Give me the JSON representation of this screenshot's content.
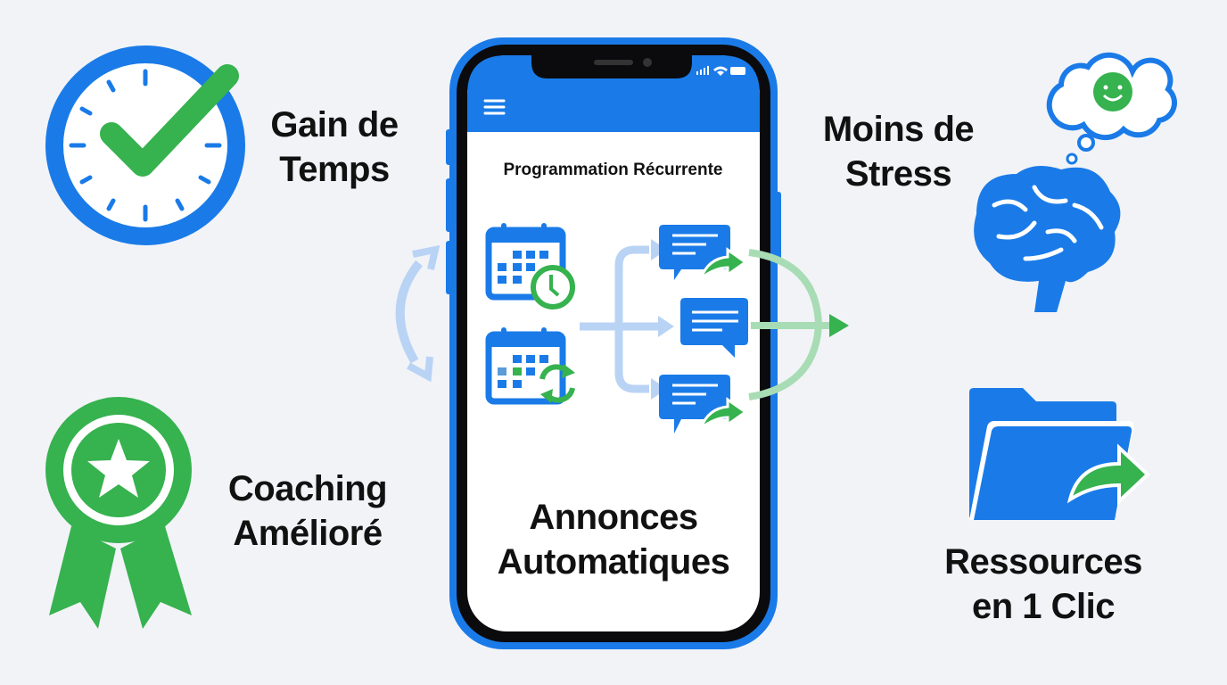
{
  "colors": {
    "blue": "#1a7be8",
    "green": "#36b24f",
    "background": "#f1f3f7"
  },
  "benefits": [
    {
      "icon": "clock-check-icon",
      "line1": "Gain de",
      "line2": "Temps"
    },
    {
      "icon": "brain-smile-icon",
      "line1": "Moins de",
      "line2": "Stress"
    },
    {
      "icon": "award-medal-icon",
      "line1": "Coaching",
      "line2": "Amélioré"
    },
    {
      "icon": "folder-share-icon",
      "line1": "Ressources",
      "line2": "en 1 Clic"
    }
  ],
  "phone": {
    "menu_icon": "hamburger-menu-icon",
    "screen_title": "Programmation Récurrente",
    "caption_line1": "Annonces",
    "caption_line2": "Automatiques"
  }
}
